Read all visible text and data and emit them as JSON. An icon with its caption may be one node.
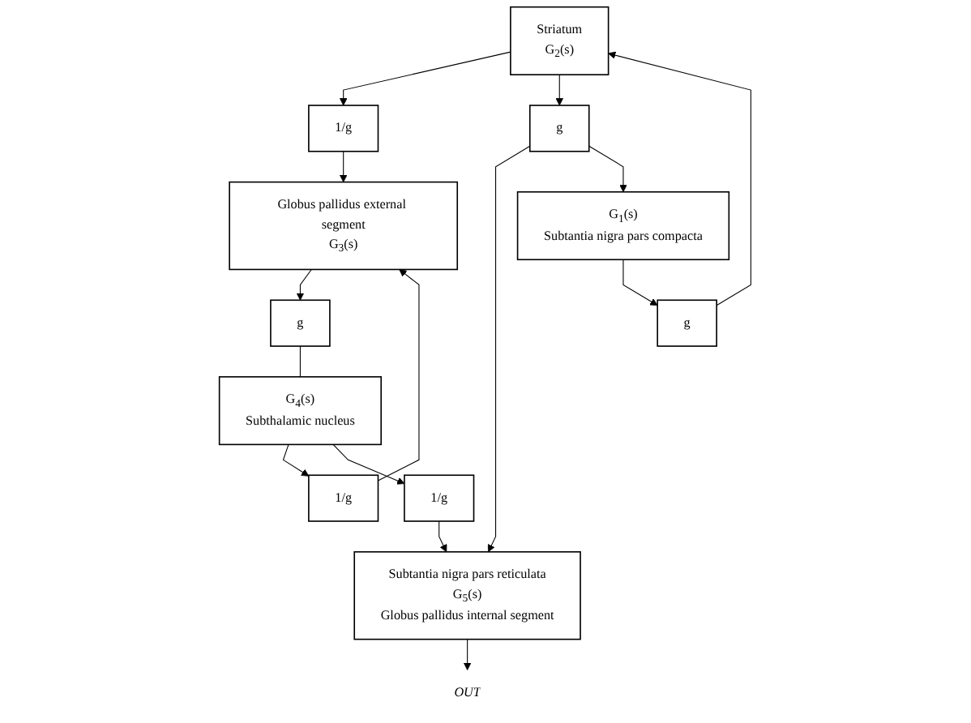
{
  "diagram": {
    "nodes": [
      {
        "text": [
          "Globus pallidus external segment",
          "G$_{3}$(s)"
        ]
      },
      {
        "text": [
          "1/g"
        ]
      },
      {
        "text": [
          "Striatum",
          "G$_{2}$(s)"
        ]
      },
      {
        "text": [
          "g"
        ]
      },
      {
        "text": [
          "1/g"
        ]
      },
      {
        "text": [
          "g"
        ]
      },
      {
        "text": [
          "g"
        ]
      },
      {
        "text": [
          "G$_{1}$(s)",
          "Subtantia nigra pars compacta"
        ]
      },
      {
        "text": [
          "G$_{4}$(s)",
          "Subthalamic nucleus"
        ]
      },
      {
        "text": [
          "1/g"
        ]
      },
      {
        "text": [
          "Subtantia nigra pars reticulata",
          "G$_{5}$(s)",
          "Globus pallidus internal segment"
        ]
      },
      {
        "text": [
          "*OUT*"
        ]
      }
    ],
    "edges": [
      {
        "from": 2,
        "to": 1,
        "arrow": "to"
      },
      {
        "from": 1,
        "to": 0,
        "arrow": "to"
      },
      {
        "from": 0,
        "to": 3,
        "arrow": "to"
      },
      {
        "from": 3,
        "to": 8,
        "arrow": "none"
      },
      {
        "from": 8,
        "to": 4,
        "arrow": "to"
      },
      {
        "from": 4,
        "to": 0,
        "arrow": "to"
      },
      {
        "from": 2,
        "to": 5,
        "arrow": "to"
      },
      {
        "from": 5,
        "to": 10,
        "arrow": "to"
      },
      {
        "from": 5,
        "to": 7,
        "arrow": "to"
      },
      {
        "from": 7,
        "to": 6,
        "arrow": "to"
      },
      {
        "from": 6,
        "to": 2,
        "arrow": "to"
      },
      {
        "from": 8,
        "to": 9,
        "arrow": "to"
      },
      {
        "from": 9,
        "to": 10,
        "arrow": "to"
      },
      {
        "from": 10,
        "to": 11,
        "arrow": "to"
      }
    ]
  }
}
